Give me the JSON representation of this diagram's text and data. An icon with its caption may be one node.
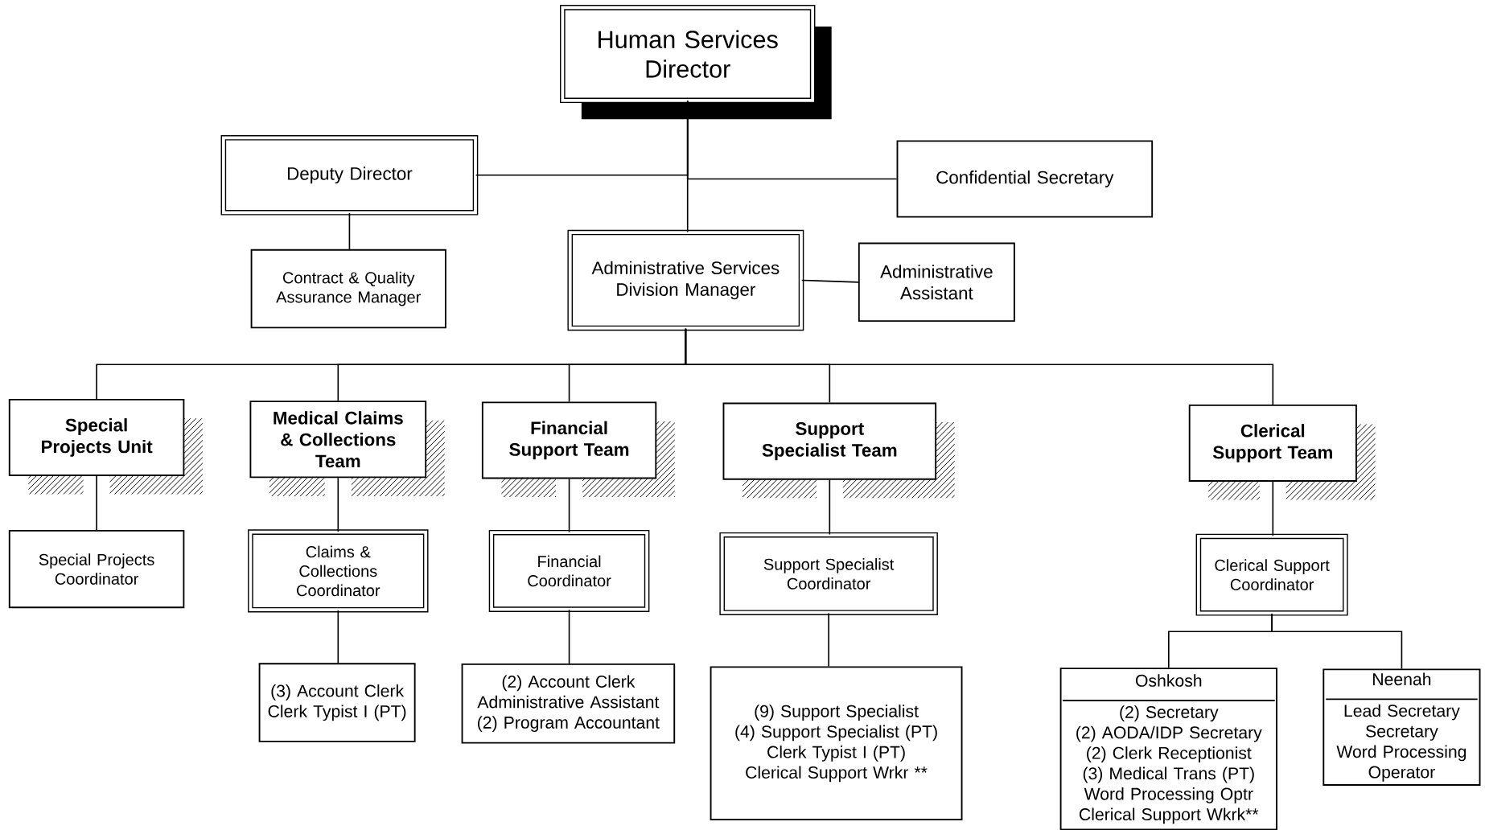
{
  "diagram": {
    "nodes": [
      {
        "text": [
          "Human Services Director"
        ]
      },
      {
        "text": [
          "Deputy Director"
        ]
      },
      {
        "text": [
          "Confidential Secretary"
        ]
      },
      {
        "text": [
          "Contract & Quality Assurance Manager"
        ]
      },
      {
        "text": [
          "Administrative Services Division Manager"
        ]
      },
      {
        "text": [
          "Administrative Assistant"
        ]
      },
      {
        "text": [
          "Special Projects Unit"
        ]
      },
      {
        "text": [
          "Medical Claims & Collections Team"
        ]
      },
      {
        "text": [
          "Financial Support Team"
        ]
      },
      {
        "text": [
          "Support Specialist Team"
        ]
      },
      {
        "text": [
          "Clerical Support Team"
        ]
      },
      {
        "text": [
          "Special Projects Coordinator"
        ]
      },
      {
        "text": [
          "Claims & Collections Coordinator"
        ]
      },
      {
        "text": [
          "Financial Coordinator"
        ]
      },
      {
        "text": [
          "Support Specialist Coordinator"
        ]
      },
      {
        "text": [
          "Clerical Support Coordinator"
        ]
      },
      {
        "text": [
          "(3) Account Clerk",
          "Clerk Typist I (PT)"
        ]
      },
      {
        "text": [
          "(2) Account Clerk",
          "Administrative Assistant",
          "(2) Program Accountant"
        ]
      },
      {
        "text": [
          "(9) Support Specialist",
          "(4) Support Specialist (PT)",
          "Clerk Typist I (PT)",
          "Clerical Support Wrkr **"
        ]
      },
      {
        "text": [
          "Oshkosh",
          "(2) Secretary",
          "(2) AODA/IDP Secretary",
          "(2) Clerk Receptionist",
          "(3) Medical Trans (PT)",
          "Word Processing Optr",
          "Clerical Support Wkrk**"
        ]
      },
      {
        "text": [
          "Neenah",
          "Lead Secretary",
          "Secretary",
          "Word Processing Operator"
        ]
      }
    ],
    "edges": [
      {
        "from": 0,
        "to": 1,
        "arrow": "none"
      },
      {
        "from": 0,
        "to": 2,
        "arrow": "none"
      },
      {
        "from": 0,
        "to": 4,
        "arrow": "none"
      },
      {
        "from": 1,
        "to": 3,
        "arrow": "none"
      },
      {
        "from": 4,
        "to": 5,
        "arrow": "none"
      },
      {
        "from": 4,
        "to": 6,
        "arrow": "none"
      },
      {
        "from": 4,
        "to": 7,
        "arrow": "none"
      },
      {
        "from": 4,
        "to": 8,
        "arrow": "none"
      },
      {
        "from": 4,
        "to": 9,
        "arrow": "none"
      },
      {
        "from": 4,
        "to": 10,
        "arrow": "none"
      },
      {
        "from": 6,
        "to": 11,
        "arrow": "none"
      },
      {
        "from": 7,
        "to": 12,
        "arrow": "none"
      },
      {
        "from": 8,
        "to": 13,
        "arrow": "none"
      },
      {
        "from": 9,
        "to": 14,
        "arrow": "none"
      },
      {
        "from": 10,
        "to": 15,
        "arrow": "none"
      },
      {
        "from": 12,
        "to": 16,
        "arrow": "none"
      },
      {
        "from": 13,
        "to": 17,
        "arrow": "none"
      },
      {
        "from": 14,
        "to": 18,
        "arrow": "none"
      },
      {
        "from": 15,
        "to": 19,
        "arrow": "none"
      },
      {
        "from": 15,
        "to": 20,
        "arrow": "none"
      }
    ]
  }
}
